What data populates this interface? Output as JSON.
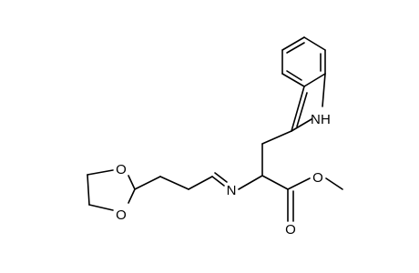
{
  "molecule": {
    "atom_labels": {
      "indole_nitrogen": "N",
      "indole_hydrogen": "H",
      "imine_nitrogen": "N",
      "ester_oxygen": "O",
      "carbonyl_oxygen": "O",
      "dioxolane_oxygen_top": "O",
      "dioxolane_oxygen_bottom": "O"
    },
    "colors": {
      "bond": "#000000",
      "text": "#000000",
      "background": "#ffffff"
    }
  }
}
